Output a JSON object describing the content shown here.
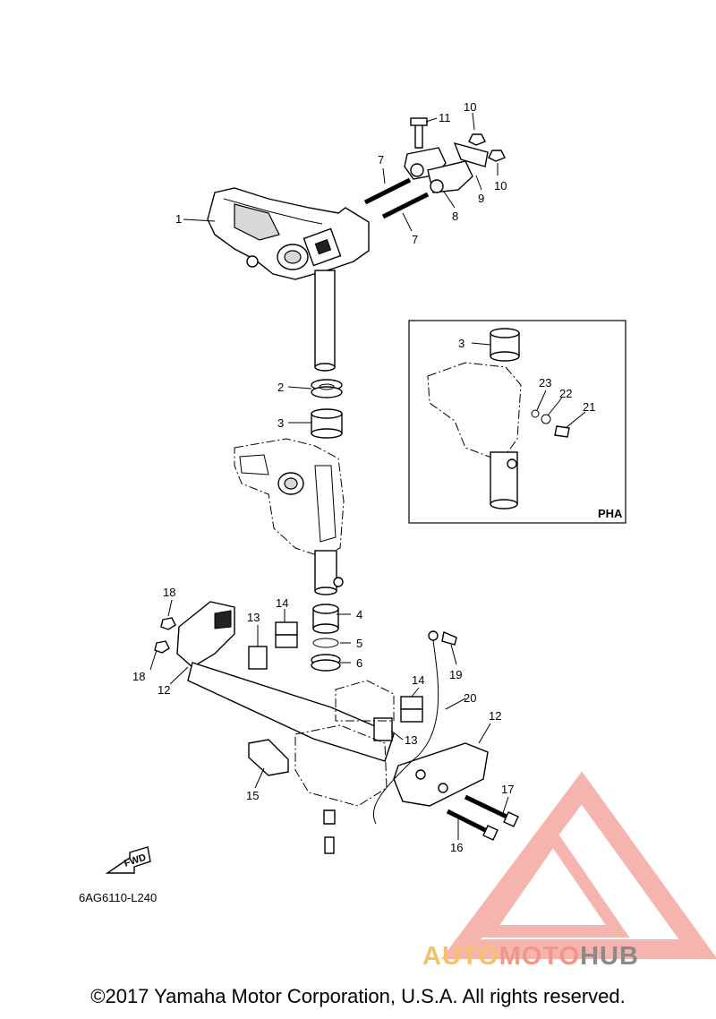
{
  "diagram": {
    "code": "6AG6110-L240",
    "copyright": "©2017 Yamaha Motor Corporation, U.S.A. All rights reserved.",
    "inset_label": "PHA",
    "fwd_label": "FWD",
    "callouts": [
      "1",
      "2",
      "3",
      "3",
      "4",
      "5",
      "6",
      "7",
      "7",
      "8",
      "9",
      "10",
      "10",
      "11",
      "12",
      "12",
      "13",
      "13",
      "14",
      "14",
      "15",
      "16",
      "17",
      "18",
      "18",
      "19",
      "20",
      "21",
      "22",
      "23"
    ]
  },
  "watermark": {
    "part1": "AUTO",
    "part2": "MOTO",
    "part3": "HUB",
    "colors": {
      "triangle": "#f4a7a0",
      "auto": "#f5c26b",
      "moto": "#f0968a",
      "hub": "#8a8a8a"
    }
  }
}
